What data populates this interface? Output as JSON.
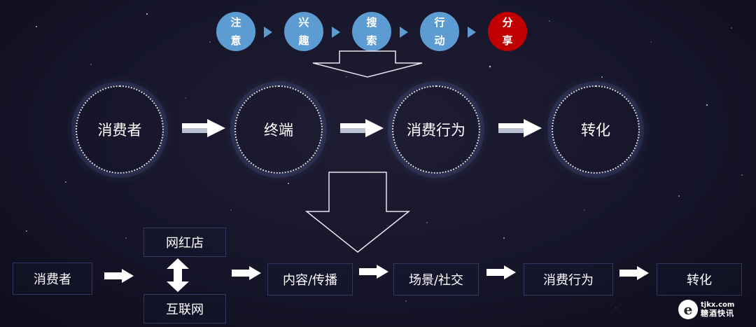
{
  "funnel": {
    "steps": [
      {
        "line1": "注",
        "line2": "意"
      },
      {
        "line1": "兴",
        "line2": "趣"
      },
      {
        "line1": "搜",
        "line2": "索"
      },
      {
        "line1": "行",
        "line2": "动"
      },
      {
        "line1": "分",
        "line2": "享"
      }
    ],
    "active_index": 4,
    "step_color": "#5d9bd3",
    "active_color": "#c00000"
  },
  "circles": [
    {
      "label": "消费者"
    },
    {
      "label": "终端"
    },
    {
      "label": "消费行为"
    },
    {
      "label": "转化"
    }
  ],
  "bottom_flow": {
    "start": "消费者",
    "channel_top": "网红店",
    "channel_bottom": "互联网",
    "content": "内容/传播",
    "scene": "场景/社交",
    "behavior": "消费行为",
    "conversion": "转化"
  },
  "watermark": {
    "logo_letter": "e",
    "url": "tjkx.com",
    "name": "糖酒快讯"
  }
}
